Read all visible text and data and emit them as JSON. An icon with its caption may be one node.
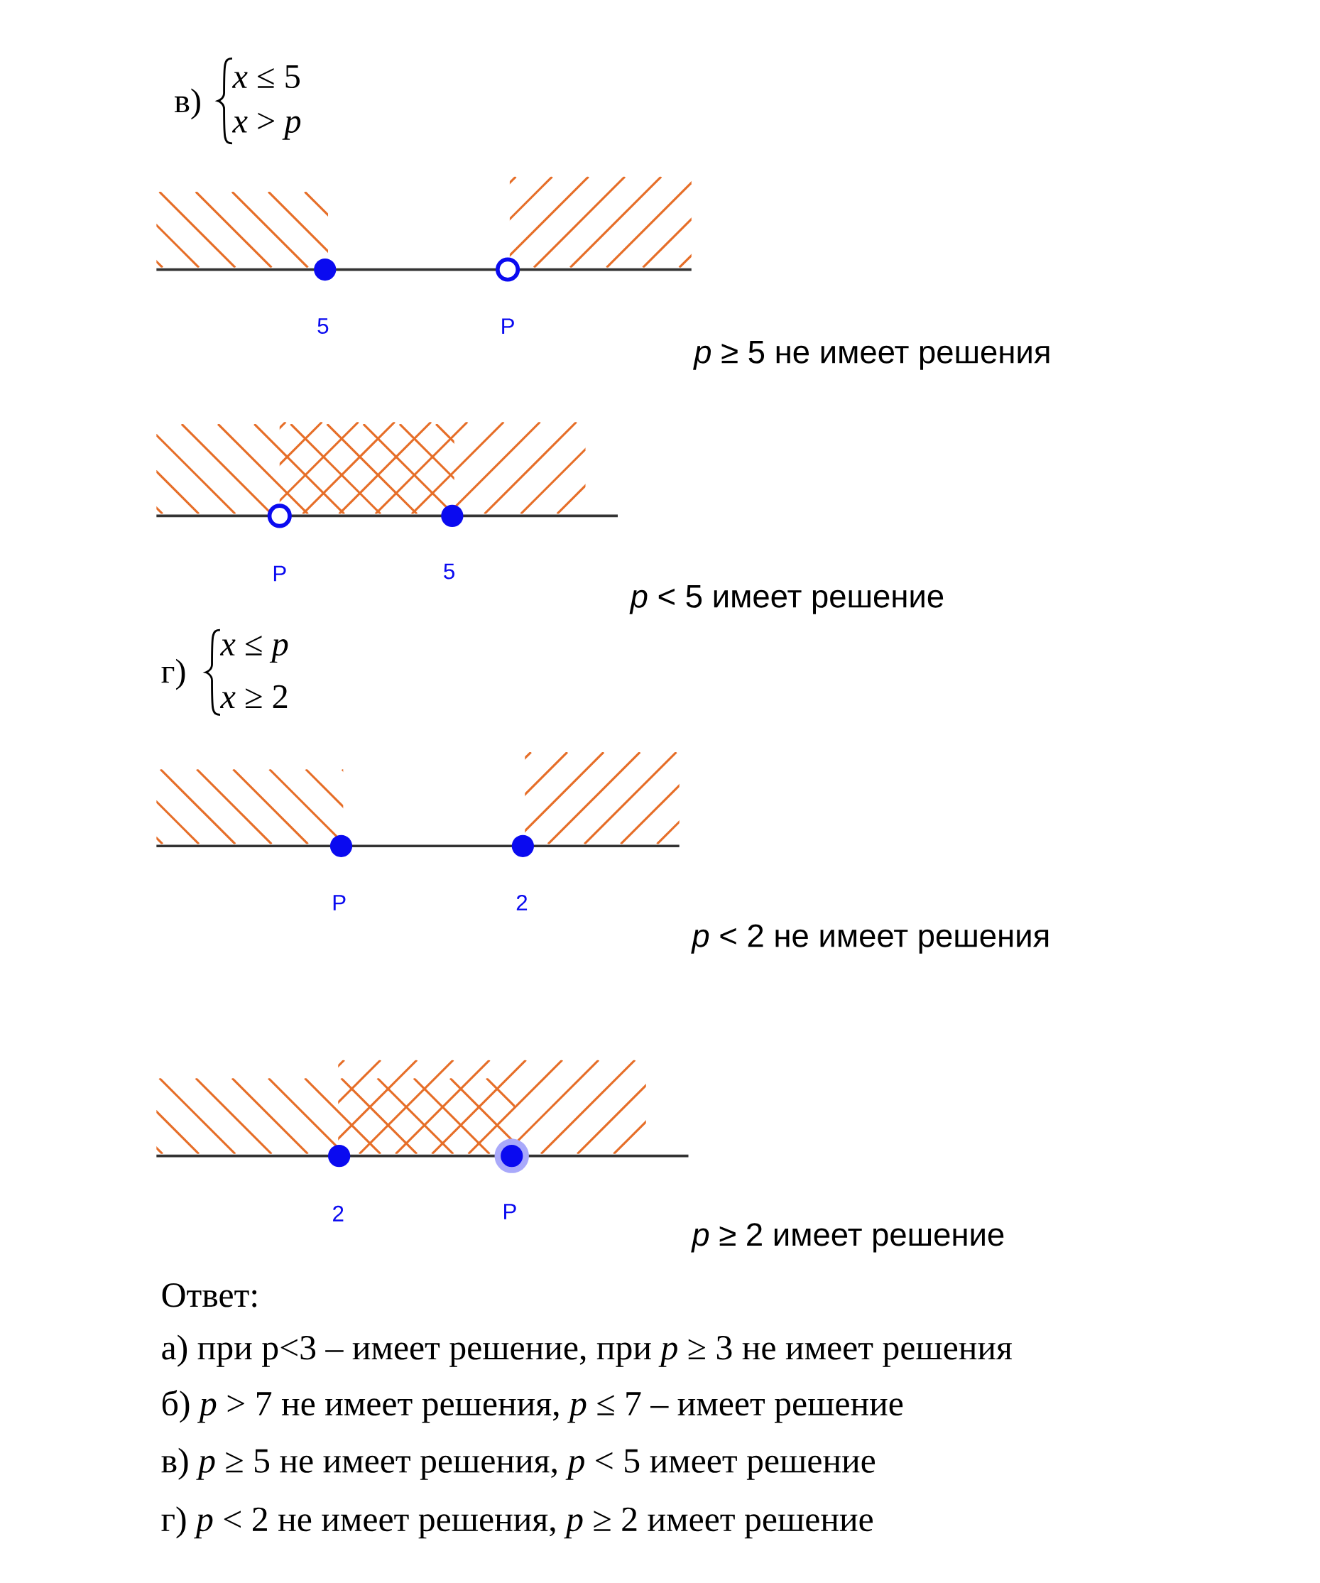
{
  "diagram": {
    "labels": [
      "в)",
      "*x* ≤ 5",
      "*x* > *p*",
      "5",
      "P",
      "*p* ≥ 5 не имеет решения",
      "P",
      "5",
      "*p* < 5 имеет решение",
      "г)",
      "*x* ≤ *p*",
      "*x* ≥ 2",
      "P",
      "2",
      "*p* < 2 не имеет решения",
      "2",
      "P",
      "*p* ≥ 2 имеет решение",
      "Ответ:",
      "а) при p<3 – имеет решение, при *p* ≥ 3 не имеет решения",
      "б) *p* > 7 не имеет решения, *p* ≤ 7 – имеет решение",
      "в) *p* ≥ 5 не имеет решения, *p* < 5 имеет решение",
      "г) *p* < 2 не имеет решения, *p* ≥ 2 имеет решение"
    ]
  }
}
